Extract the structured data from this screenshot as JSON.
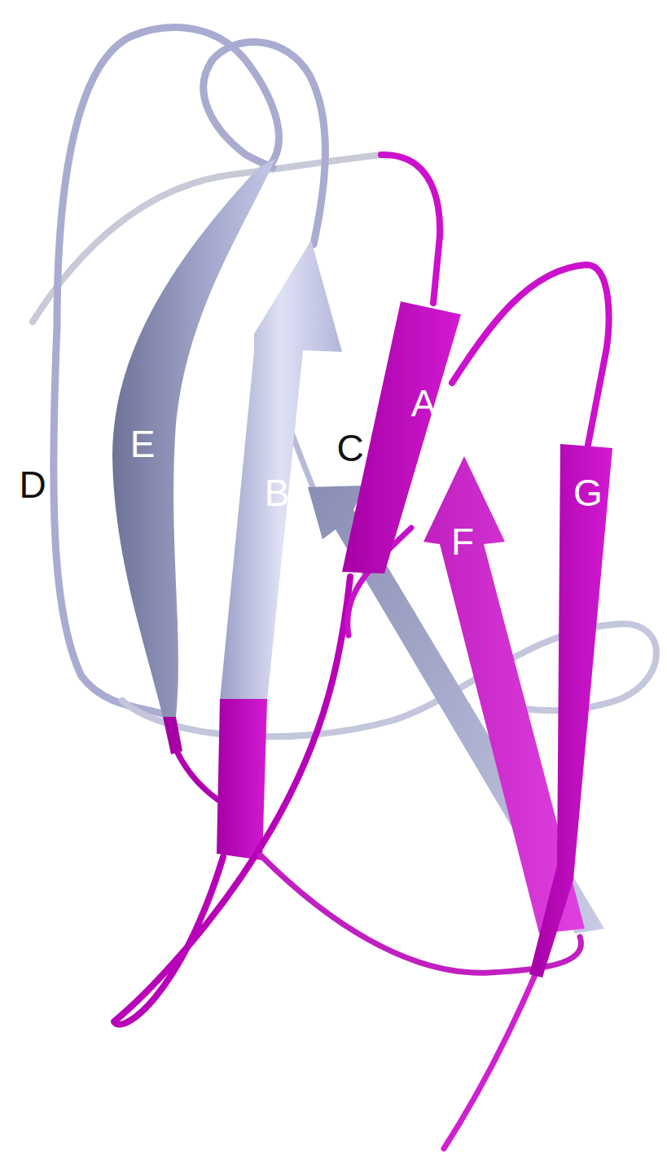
{
  "diagram": {
    "labels": [
      "E",
      "D",
      "B",
      "C",
      "A",
      "F",
      "G"
    ]
  }
}
